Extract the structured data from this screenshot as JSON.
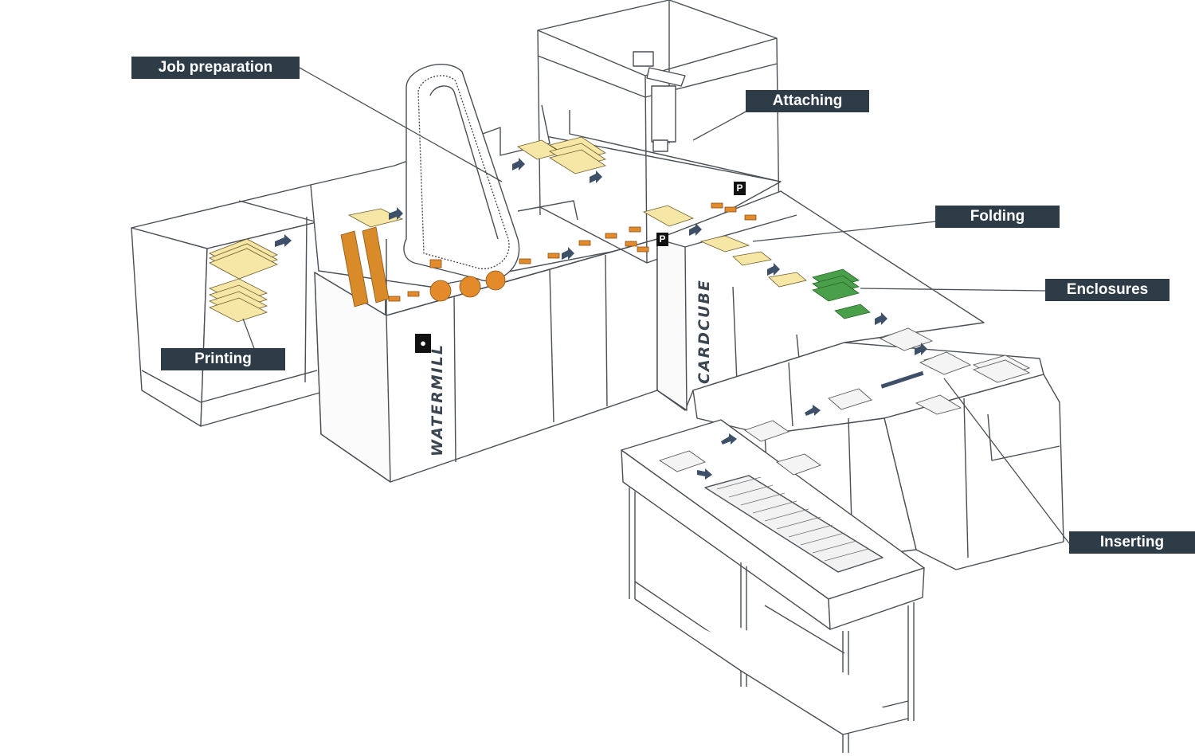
{
  "callouts": {
    "job_preparation": "Job preparation",
    "attaching": "Attaching",
    "folding": "Folding",
    "enclosures": "Enclosures",
    "printing": "Printing",
    "inserting": "Inserting"
  },
  "machines": {
    "watermill": "WATERMILL",
    "cardcube": "CARDCUBE"
  },
  "markers": {
    "parking": "P"
  },
  "colors": {
    "label_bg": "#2e3c48",
    "label_text": "#ffffff",
    "line": "#4a4f55",
    "paper": "#f6e7a6",
    "orange": "#e38a2b",
    "green": "#4aa04a",
    "arrow": "#3e5068"
  }
}
